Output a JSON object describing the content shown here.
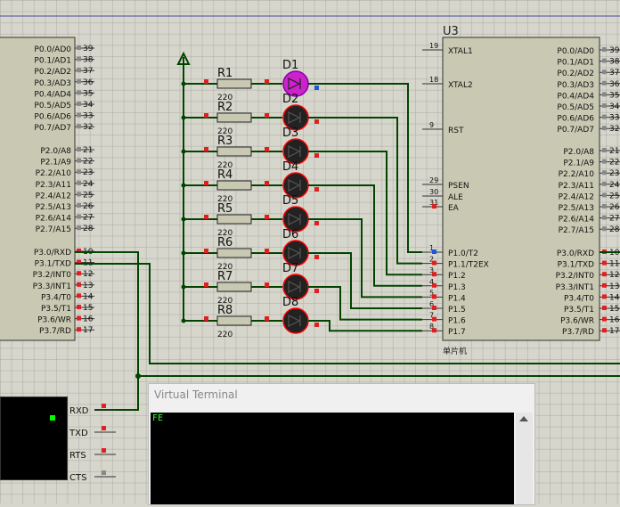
{
  "top_line_color": "#4a4aa8",
  "wire_color": "#004400",
  "mcu_left": {
    "port0": [
      "P0.0/AD0",
      "P0.1/AD1",
      "P0.2/AD2",
      "P0.3/AD3",
      "P0.4/AD4",
      "P0.5/AD5",
      "P0.6/AD6",
      "P0.7/AD7"
    ],
    "port0_pins": [
      "39",
      "38",
      "37",
      "36",
      "35",
      "34",
      "33",
      "32"
    ],
    "port2": [
      "P2.0/A8",
      "P2.1/A9",
      "P2.2/A10",
      "P2.3/A11",
      "P2.4/A12",
      "P2.5/A13",
      "P2.6/A14",
      "P2.7/A15"
    ],
    "port2_pins": [
      "21",
      "22",
      "23",
      "24",
      "25",
      "26",
      "27",
      "28"
    ],
    "port3": [
      "P3.0/RXD",
      "P3.1/TXD",
      "P3.2/INT0",
      "P3.3/INT1",
      "P3.4/T0",
      "P3.5/T1",
      "P3.6/WR",
      "P3.7/RD"
    ],
    "port3_pins": [
      "10",
      "11",
      "12",
      "13",
      "14",
      "15",
      "16",
      "17"
    ]
  },
  "mcu_right": {
    "ref": "U3",
    "name": "单片机",
    "xtal1": "XTAL1",
    "xtal1_pin": "19",
    "xtal2": "XTAL2",
    "xtal2_pin": "18",
    "rst": "RST",
    "rst_pin": "9",
    "psen": "PSEN",
    "psen_pin": "29",
    "ale": "ALE",
    "ale_pin": "30",
    "ea": "EA",
    "ea_pin": "31",
    "port1": [
      "P1.0/T2",
      "P1.1/T2EX",
      "P1.2",
      "P1.3",
      "P1.4",
      "P1.5",
      "P1.6",
      "P1.7"
    ],
    "port1_pins": [
      "1",
      "2",
      "3",
      "4",
      "5",
      "6",
      "7",
      "8"
    ],
    "port0": [
      "P0.0/AD0",
      "P0.1/AD1",
      "P0.2/AD2",
      "P0.3/AD3",
      "P0.4/AD4",
      "P0.5/AD5",
      "P0.6/AD6",
      "P0.7/AD7"
    ],
    "port0_pins": [
      "39",
      "38",
      "37",
      "36",
      "35",
      "34",
      "33",
      "32"
    ],
    "port2": [
      "P2.0/A8",
      "P2.1/A9",
      "P2.2/A10",
      "P2.3/A11",
      "P2.4/A12",
      "P2.5/A13",
      "P2.6/A14",
      "P2.7/A15"
    ],
    "port2_pins": [
      "21",
      "22",
      "23",
      "24",
      "25",
      "26",
      "27",
      "28"
    ],
    "port3": [
      "P3.0/RXD",
      "P3.1/TXD",
      "P3.2/INT0",
      "P3.3/INT1",
      "P3.4/T0",
      "P3.5/T1",
      "P3.6/WR",
      "P3.7/RD"
    ],
    "port3_pins": [
      "10",
      "11",
      "12",
      "13",
      "14",
      "15",
      "16",
      "17"
    ]
  },
  "resistors": [
    {
      "ref": "R1",
      "value": "220"
    },
    {
      "ref": "R2",
      "value": "220"
    },
    {
      "ref": "R3",
      "value": "220"
    },
    {
      "ref": "R4",
      "value": "220"
    },
    {
      "ref": "R5",
      "value": "220"
    },
    {
      "ref": "R6",
      "value": "220"
    },
    {
      "ref": "R7",
      "value": "220"
    },
    {
      "ref": "R8",
      "value": "220"
    }
  ],
  "leds": [
    {
      "ref": "D1",
      "on": true
    },
    {
      "ref": "D2",
      "on": false
    },
    {
      "ref": "D3",
      "on": false
    },
    {
      "ref": "D4",
      "on": false
    },
    {
      "ref": "D5",
      "on": false
    },
    {
      "ref": "D6",
      "on": false
    },
    {
      "ref": "D7",
      "on": false
    },
    {
      "ref": "D8",
      "on": false
    }
  ],
  "led_on_color": "#cc22cc",
  "led_off_color": "#222222",
  "led_border_off": "#ff0000",
  "terminal_pins": [
    "RXD",
    "TXD",
    "RTS",
    "CTS"
  ],
  "virtual_terminal": {
    "title": "Virtual Terminal",
    "output": "FE"
  }
}
